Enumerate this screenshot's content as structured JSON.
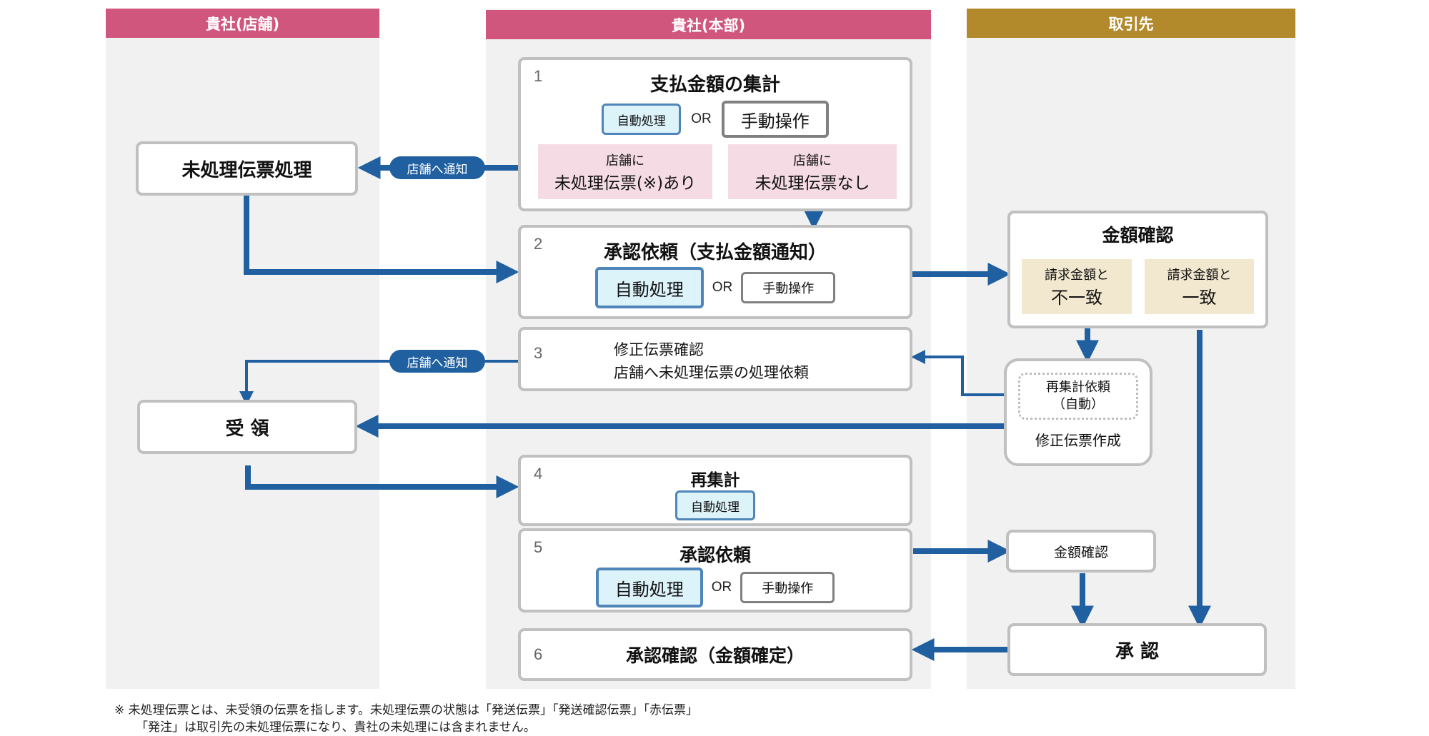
{
  "lanes": {
    "store": "貴社(店舗)",
    "hq": "貴社(本部)",
    "partner": "取引先"
  },
  "store_nodes": {
    "unprocessed": "未処理伝票処理",
    "receipt": "受 領"
  },
  "notify_label_1": "店舗へ通知",
  "notify_label_2": "店舗へ通知",
  "steps": [
    {
      "num": "1",
      "title": "支払金額の集計",
      "auto": "自動処理",
      "or": "OR",
      "manual": "手動操作",
      "branches": [
        {
          "line1": "店舗に",
          "line2": "未処理伝票(※)あり"
        },
        {
          "line1": "店舗に",
          "line2": "未処理伝票なし"
        }
      ]
    },
    {
      "num": "2",
      "title": "承認依頼（支払金額通知）",
      "auto": "自動処理",
      "or": "OR",
      "manual": "手動操作"
    },
    {
      "num": "3",
      "line1": "修正伝票確認",
      "line2": "店舗へ未処理伝票の処理依頼"
    },
    {
      "num": "4",
      "title": "再集計",
      "auto": "自動処理"
    },
    {
      "num": "5",
      "title": "承認依頼",
      "auto": "自動処理",
      "or": "OR",
      "manual": "手動操作"
    },
    {
      "num": "6",
      "title": "承認確認（金額確定）"
    }
  ],
  "partner_nodes": {
    "amount_check": {
      "title": "金額確認",
      "mismatch": {
        "line1": "請求金額と",
        "line2": "不一致"
      },
      "match": {
        "line1": "請求金額と",
        "line2": "一致"
      }
    },
    "correction": {
      "recalc_request_line1": "再集計依頼",
      "recalc_request_line2": "（自動）",
      "create": "修正伝票作成"
    },
    "amount_check_2": "金額確認",
    "approval": "承 認"
  },
  "footnote": {
    "line1": "※  未処理伝票とは、未受領の伝票を指します。未処理伝票の状態は「発送伝票」「発送確認伝票」「赤伝票」",
    "line2": "「発注」は取引先の未処理伝票になり、貴社の未処理には含まれません。"
  },
  "colors": {
    "lane_header_company": "#d1567e",
    "lane_header_partner": "#b38a2b",
    "lane_bg": "#f1f1f1",
    "arrow": "#2060a0",
    "auto_chip_bg": "#ddf3fa",
    "auto_chip_border": "#4f85b8",
    "pink_branch": "#f5dce4",
    "beige_branch": "#f2e7cf"
  }
}
